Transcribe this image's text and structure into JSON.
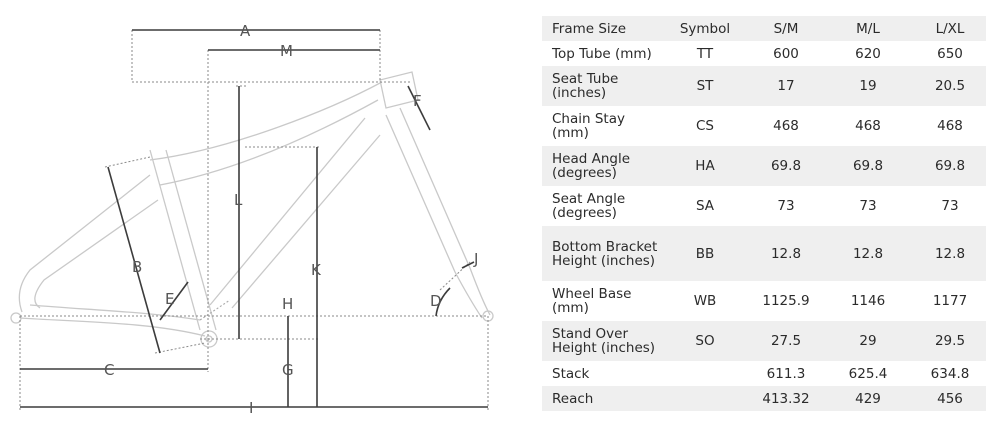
{
  "diagram": {
    "labels": [
      "A",
      "M",
      "F",
      "L",
      "K",
      "B",
      "E",
      "H",
      "J",
      "D",
      "C",
      "G",
      "I"
    ]
  },
  "table": {
    "headers": [
      "Frame Size",
      "Symbol",
      "S/M",
      "M/L",
      "L/XL"
    ],
    "rows": [
      {
        "name": "Top Tube (mm)",
        "symbol": "TT",
        "values": [
          "600",
          "620",
          "650"
        ]
      },
      {
        "name": "Seat Tube (inches)",
        "symbol": "ST",
        "values": [
          "17",
          "19",
          "20.5"
        ]
      },
      {
        "name": "Chain Stay (mm)",
        "symbol": "CS",
        "values": [
          "468",
          "468",
          "468"
        ]
      },
      {
        "name": "Head Angle (degrees)",
        "symbol": "HA",
        "values": [
          "69.8",
          "69.8",
          "69.8"
        ]
      },
      {
        "name": "Seat Angle (degrees)",
        "symbol": "SA",
        "values": [
          "73",
          "73",
          "73"
        ]
      },
      {
        "name": "Bottom Bracket Height (inches)",
        "symbol": "BB",
        "values": [
          "12.8",
          "12.8",
          "12.8"
        ]
      },
      {
        "name": "Wheel Base (mm)",
        "symbol": "WB",
        "values": [
          "1125.9",
          "1146",
          "1177"
        ]
      },
      {
        "name": "Stand Over Height (inches)",
        "symbol": "SO",
        "values": [
          "27.5",
          "29",
          "29.5"
        ]
      },
      {
        "name": "Stack",
        "symbol": "",
        "values": [
          "611.3",
          "625.4",
          "634.8"
        ]
      },
      {
        "name": "Reach",
        "symbol": "",
        "values": [
          "413.32",
          "429",
          "456"
        ]
      }
    ]
  }
}
